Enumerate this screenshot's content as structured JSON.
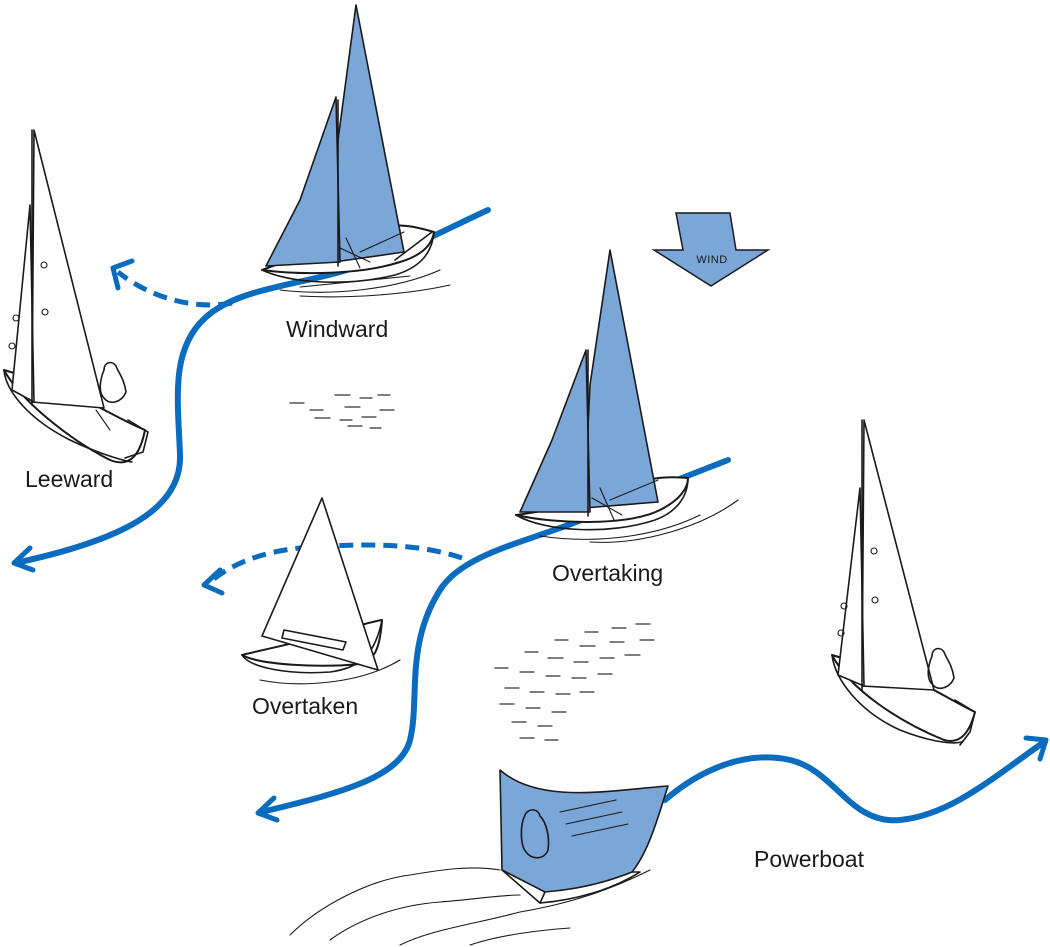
{
  "labels": {
    "windward": "Windward",
    "leeward": "Leeward",
    "overtaking": "Overtaking",
    "overtaken": "Overtaken",
    "powerboat": "Powerboat",
    "wind": "WIND"
  },
  "colors": {
    "course": "#0a6cbf",
    "sail_blue": "#7ba6d8",
    "hull_blue": "#7ba6d8",
    "ink": "#1a1a1a"
  },
  "icons": {
    "wind_indicator": "down-arrow-icon",
    "course_end": "arrowhead-icon"
  }
}
